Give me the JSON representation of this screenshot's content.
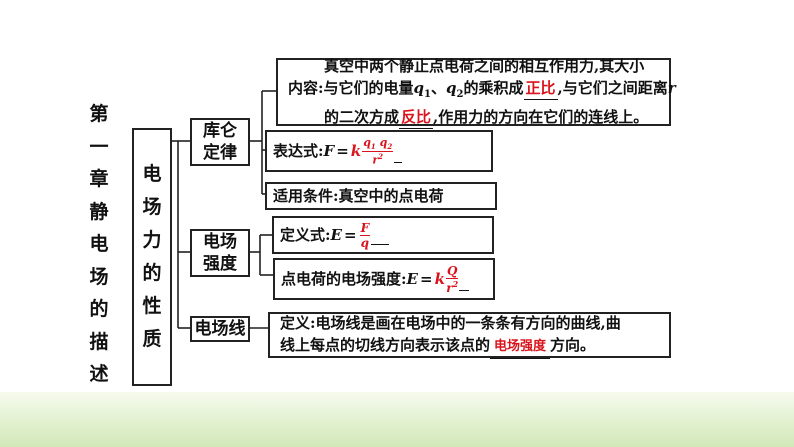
{
  "chapter_title_chars": [
    "第",
    "一",
    "章",
    "静",
    "电",
    "场",
    "的",
    "描",
    "述"
  ],
  "main_topic_chars": [
    "电",
    "场",
    "力",
    "的",
    "性",
    "质"
  ],
  "branches": {
    "coulomb": {
      "label_line1": "库仑",
      "label_line2": "定律",
      "content": {
        "line1": "真空中两个静止点电荷之间的相互作用力,其大小",
        "line2_prefix": "内容:与它们的电量",
        "q1_letter": "q",
        "q1_sub": "1",
        "sep": "、",
        "q2_letter": "q",
        "q2_sub": "2",
        "line2_mid": "的乘积成",
        "blank1": "正比",
        "line2_suffix": ",与它们之间距离",
        "r_letter": "r",
        "line3_prefix": "的二次方成",
        "blank2": "反比",
        "line3_suffix": ",作用力的方向在它们的连线上。"
      },
      "formula": {
        "prefix": "表达式:",
        "lhs": "F",
        "eq": "=",
        "k": "k",
        "num1": "q",
        "num1_sub": "1",
        "num2": "q",
        "num2_sub": "2",
        "den": "r",
        "den_sup": "2"
      },
      "conditions": "适用条件:真空中的点电荷"
    },
    "field_strength": {
      "label_line1": "电场",
      "label_line2": "强度",
      "definition": {
        "prefix": "定义式:",
        "lhs": "E",
        "eq": "=",
        "num": "F",
        "den": "q"
      },
      "point_charge": {
        "prefix": "点电荷的电场强度:",
        "lhs": "E",
        "eq": "=",
        "k": "k",
        "num": "Q",
        "den": "r",
        "den_sup": "2"
      }
    },
    "field_lines": {
      "label": "电场线",
      "definition": {
        "line1": "定义:电场线是画在电场中的一条条有方向的曲线,曲",
        "line2_prefix": "线上每点的切线方向表示该点的",
        "blank": "电场强度",
        "line2_suffix": "方向。"
      }
    }
  },
  "colors": {
    "answer_red": "#d9141c",
    "border": "#222222",
    "footer_green": "#d3e8b9"
  }
}
